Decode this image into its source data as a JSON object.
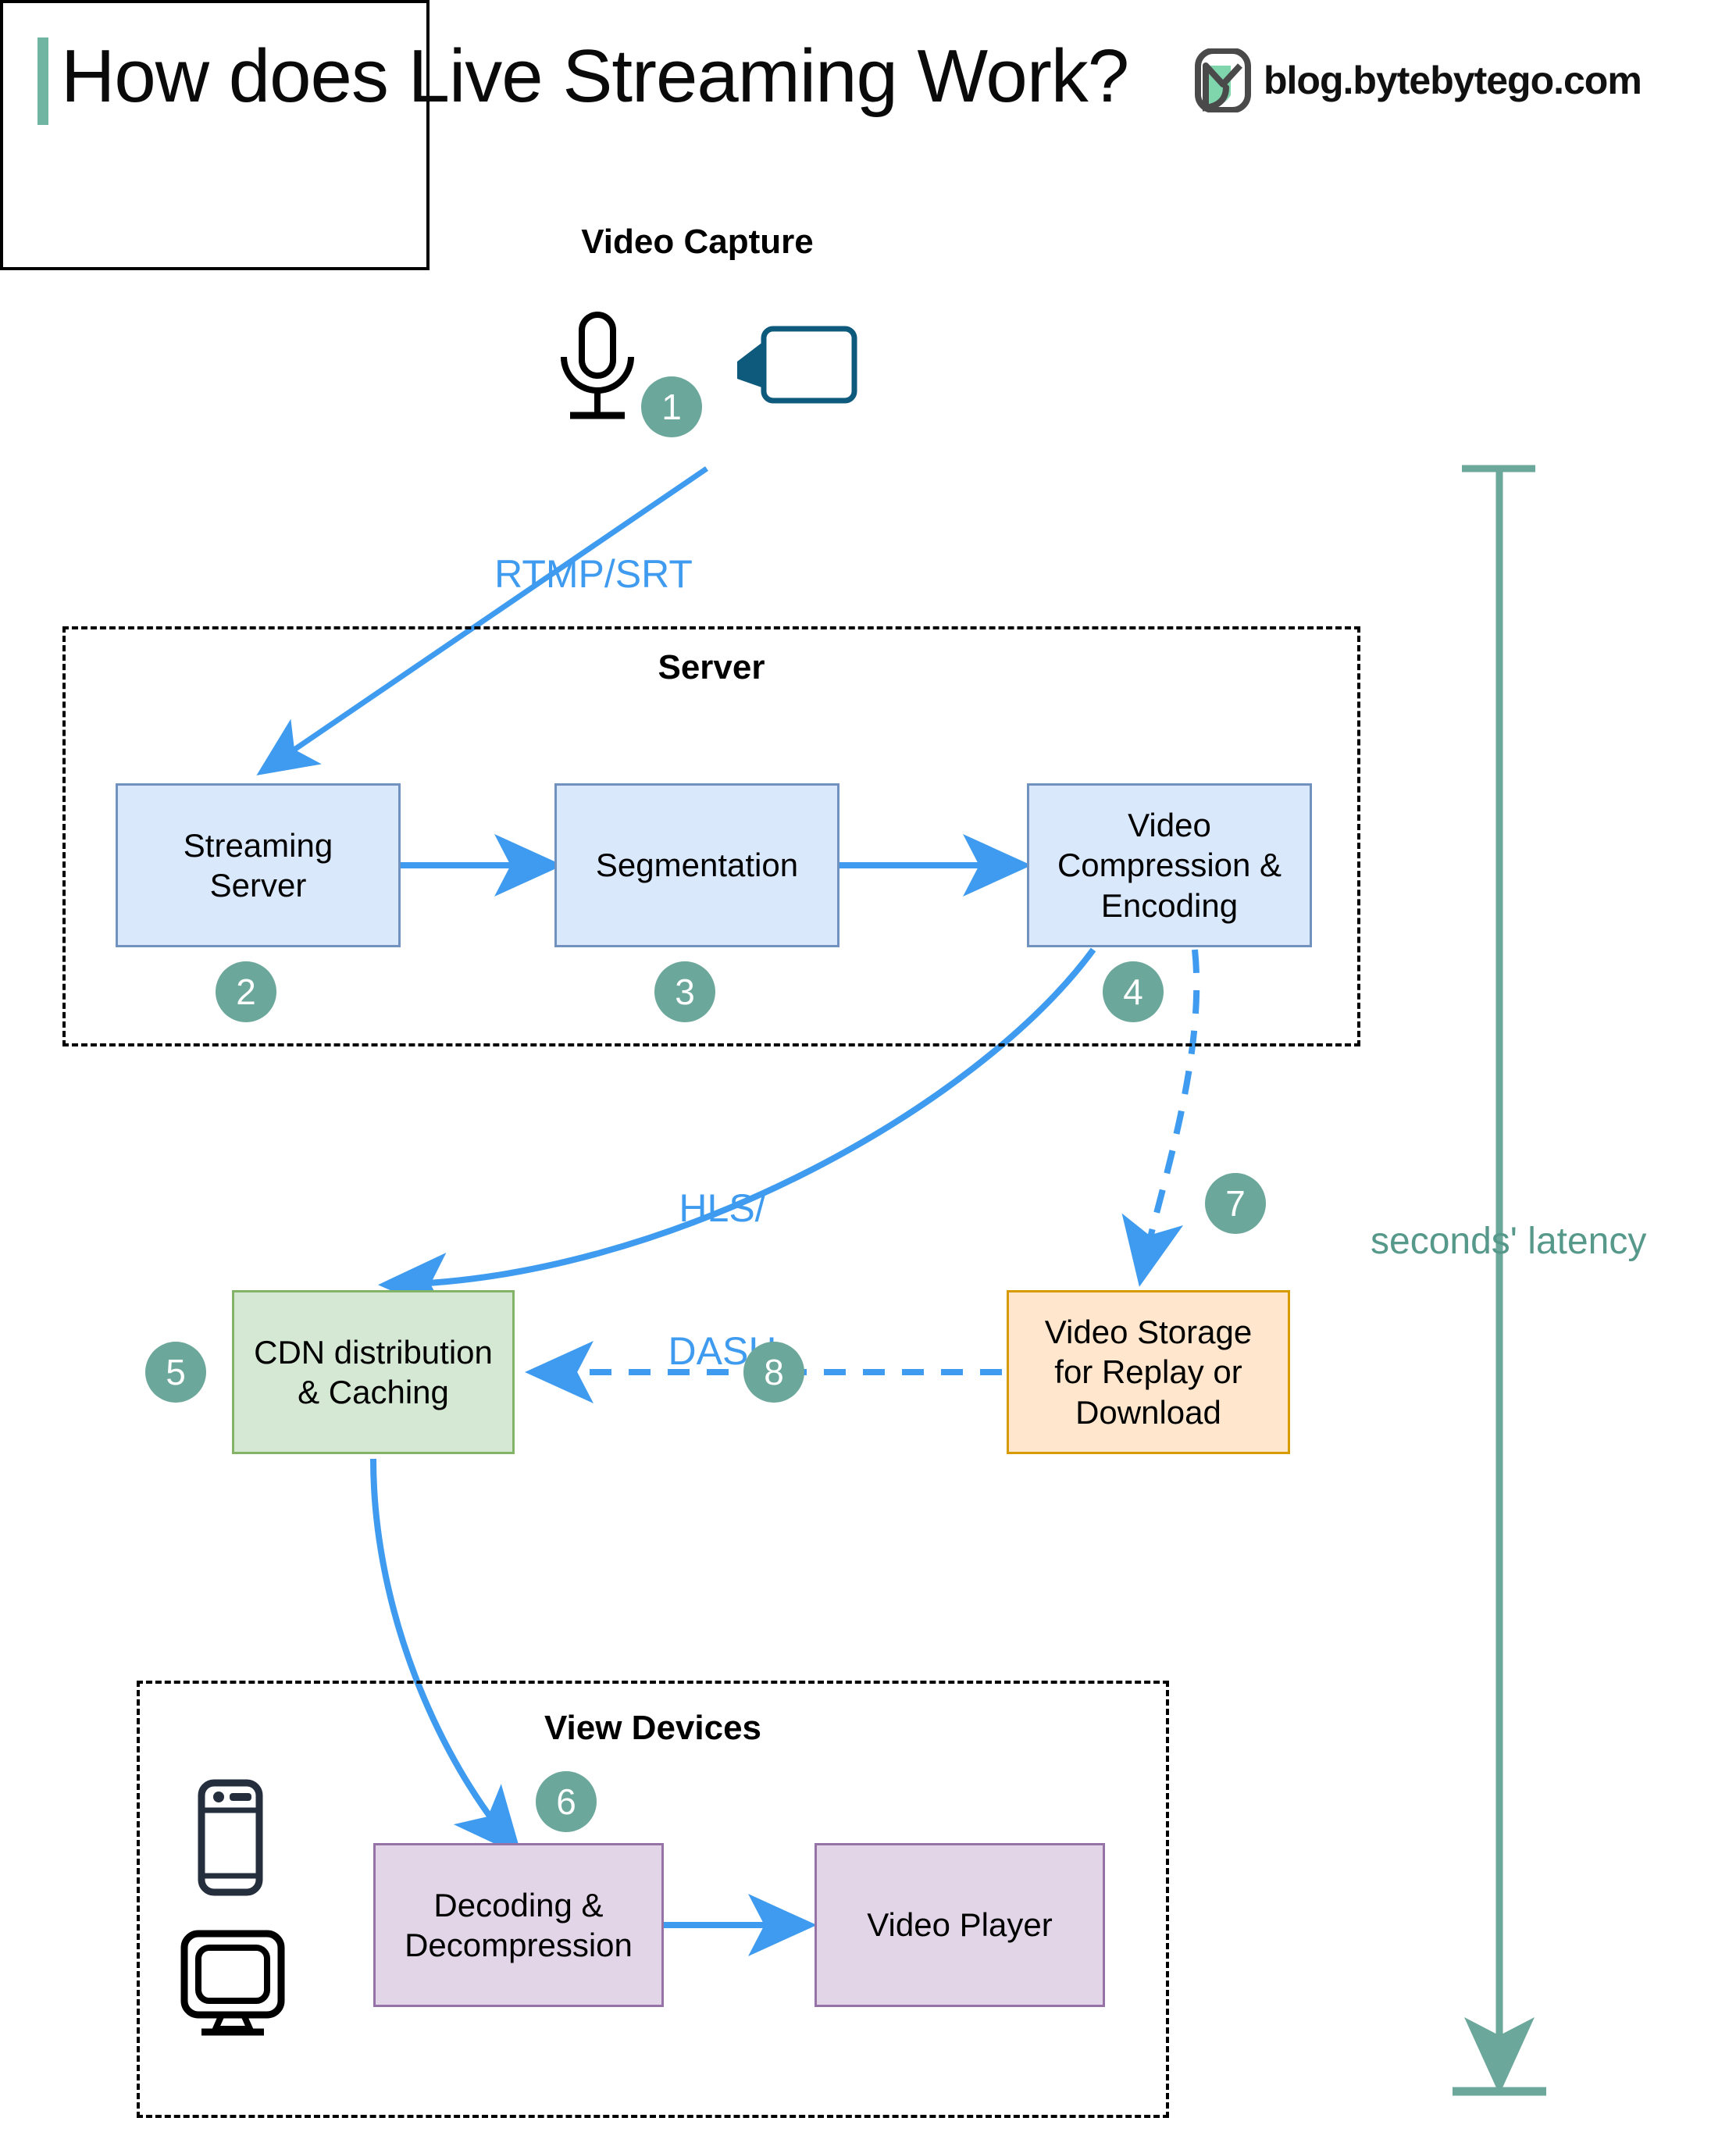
{
  "header": {
    "title": "How does Live Streaming Work?",
    "brand_text": "blog.bytebytego.com",
    "accent_color": "#70b5a2"
  },
  "colors": {
    "badge": "#6ba79a",
    "flow_blue": "#3e9bef",
    "latency_teal": "#56998b",
    "blue_box_fill": "#dae8fc",
    "blue_box_stroke": "#7192be",
    "green_box_fill": "#d5e8d4",
    "green_box_stroke": "#82b366",
    "orange_box_fill": "#ffe6cc",
    "orange_box_stroke": "#d79b00",
    "purple_box_fill": "#e1d5e7",
    "purple_box_stroke": "#9673a6",
    "camera_icon": "#0e5a7d",
    "phone_icon": "#242e3d"
  },
  "groups": {
    "capture": {
      "title": "Video Capture"
    },
    "server": {
      "title": "Server"
    },
    "devices": {
      "title": "View Devices"
    }
  },
  "nodes": {
    "streaming_server": "Streaming\nServer",
    "streaming_server_l1": "Streaming",
    "streaming_server_l2": "Server",
    "segmentation": "Segmentation",
    "video_compression_l1": "Video",
    "video_compression_l2": "Compression &",
    "video_compression_l3": "Encoding",
    "cdn_l1": "CDN distribution",
    "cdn_l2": "& Caching",
    "storage_l1": "Video Storage",
    "storage_l2": "for Replay or",
    "storage_l3": "Download",
    "decoding_l1": "Decoding &",
    "decoding_l2": "Decompression",
    "video_player": "Video Player"
  },
  "badges": {
    "b1": "1",
    "b2": "2",
    "b3": "3",
    "b4": "4",
    "b5": "5",
    "b6": "6",
    "b7": "7",
    "b8": "8"
  },
  "edge_labels": {
    "rtmp_srt": "RTMP/SRT",
    "hls_l1": "HLS/",
    "hls_l2": "DASH"
  },
  "annotations": {
    "latency": "seconds' latency"
  },
  "icons": {
    "microphone": "microphone-icon",
    "video_camera": "video-camera-icon",
    "smartphone": "smartphone-icon",
    "monitor": "monitor-icon",
    "logo": "bytebytego-logo-icon"
  }
}
